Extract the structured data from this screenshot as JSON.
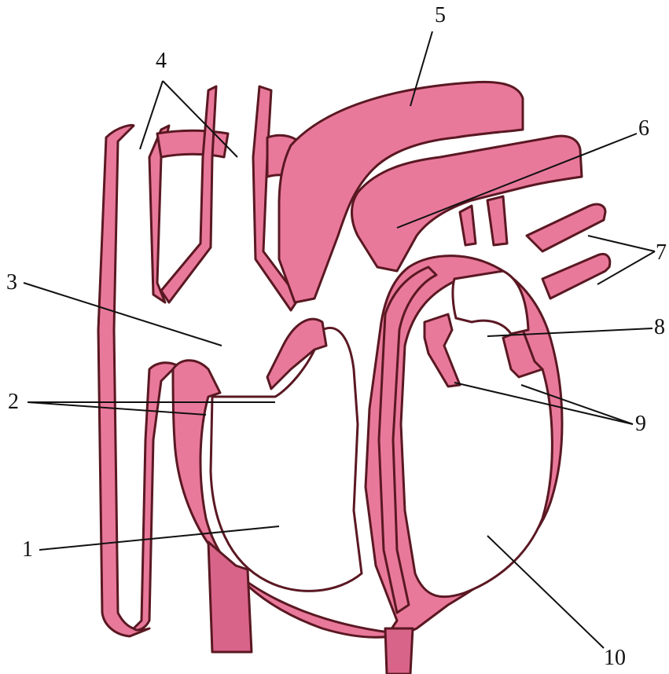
{
  "diagram": {
    "colors": {
      "tissue": "#e9799b",
      "tissue_dark": "#d9648a",
      "outline": "#5a1822",
      "background": "#ffffff",
      "leader_line": "#111111"
    },
    "labels": [
      {
        "id": "label-1",
        "text": "1"
      },
      {
        "id": "label-2",
        "text": "2"
      },
      {
        "id": "label-3",
        "text": "3"
      },
      {
        "id": "label-4",
        "text": "4"
      },
      {
        "id": "label-5",
        "text": "5"
      },
      {
        "id": "label-6",
        "text": "6"
      },
      {
        "id": "label-7",
        "text": "7"
      },
      {
        "id": "label-8",
        "text": "8"
      },
      {
        "id": "label-9",
        "text": "9"
      },
      {
        "id": "label-10",
        "text": "10"
      }
    ]
  }
}
